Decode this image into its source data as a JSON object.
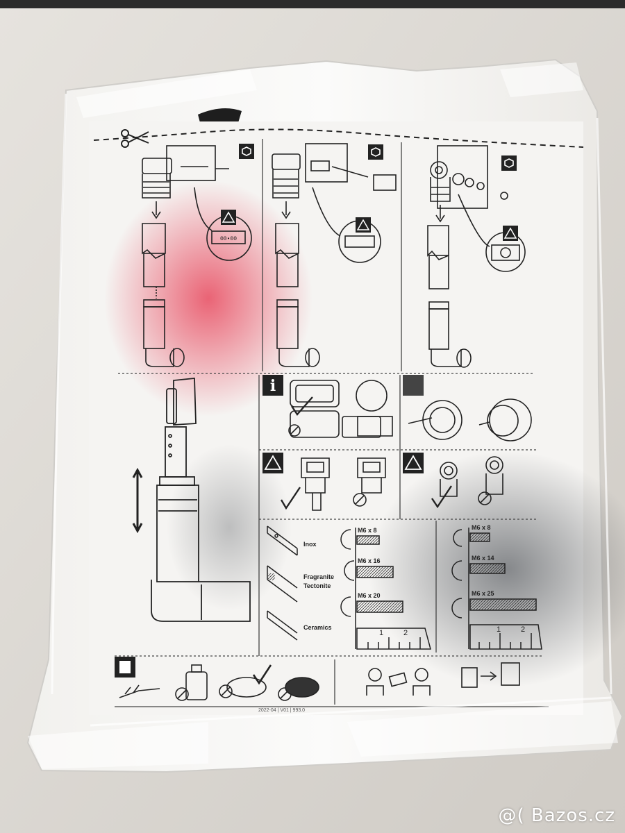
{
  "photo": {
    "subject": "Plastic-wrapped assembly instruction sheet",
    "colors": {
      "background": "#d9d6d1",
      "bag": "#eceae6",
      "paper": "#f4f3f1",
      "ink": "#1c1c1c",
      "accent": "#e8566a"
    }
  },
  "sheet": {
    "materials": {
      "inox": "Inox",
      "fragranite": "Fragranite",
      "tectonite": "Tectonite",
      "ceramics": "Ceramics"
    },
    "screws_left": {
      "a": "M6 x 8",
      "b": "M6 x 16",
      "c": "M6 x 20"
    },
    "screws_right": {
      "a": "M6 x 8",
      "b": "M6 x 14",
      "c": "M6 x 25"
    },
    "ruler_marks": {
      "one": "1",
      "two": "2"
    },
    "footer_code": "2022-04 | V01 | 993.0"
  },
  "watermark": "@( Bazos.cz"
}
